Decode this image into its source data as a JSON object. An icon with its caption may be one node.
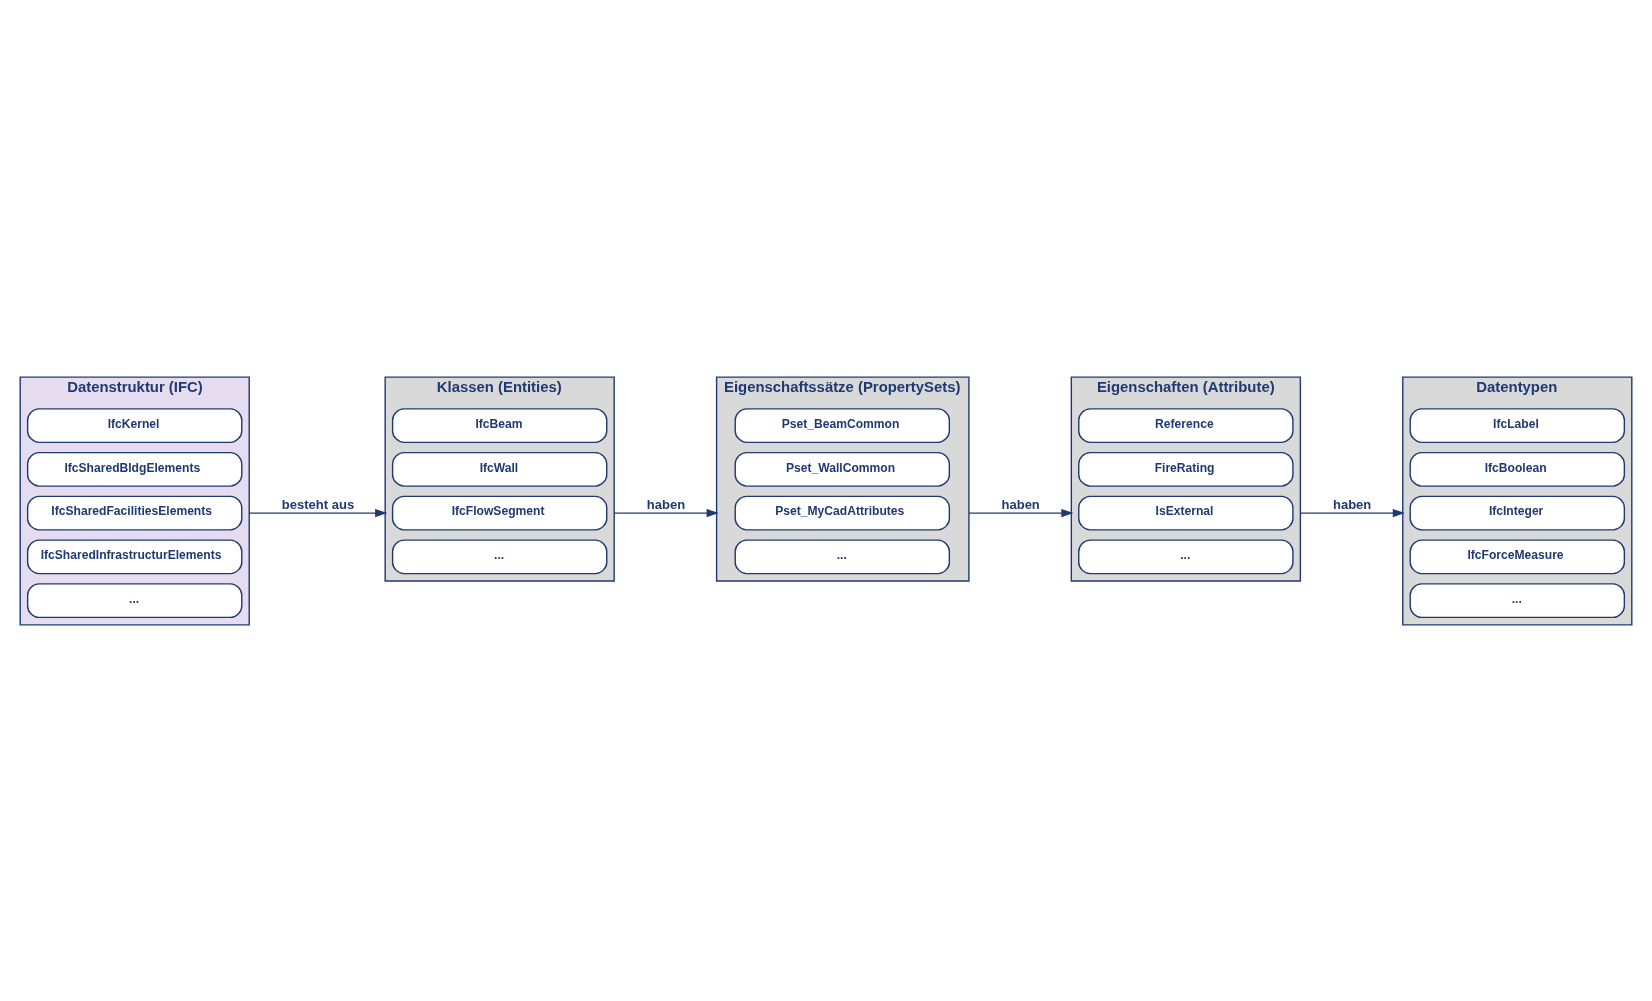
{
  "diagram": {
    "nodes": [
      {
        "text": [
          "Klassen (Entities)"
        ]
      },
      {
        "text": [
          "IfcBeam"
        ],
        "in": 0
      },
      {
        "text": [
          "IfcWall"
        ],
        "in": 0
      },
      {
        "text": [
          "IfcFlowSegment"
        ],
        "in": 0
      },
      {
        "text": [
          "..."
        ],
        "in": 0
      },
      {
        "text": [
          "Datenstruktur (IFC)"
        ]
      },
      {
        "text": [
          "IfcKernel"
        ],
        "in": 5
      },
      {
        "text": [
          "IfcSharedBldgElements"
        ],
        "in": 5
      },
      {
        "text": [
          "IfcSharedFacilitiesElements"
        ],
        "in": 5
      },
      {
        "text": [
          "IfcSharedInfrastructurElements"
        ],
        "in": 5
      },
      {
        "text": [
          "..."
        ],
        "in": 5
      },
      {
        "text": [
          "Eigenschaftssätze (PropertySets)"
        ]
      },
      {
        "text": [
          "Pset_BeamCommon"
        ],
        "in": 11
      },
      {
        "text": [
          "Pset_WallCommon"
        ],
        "in": 11
      },
      {
        "text": [
          "Pset_MyCadAttributes"
        ],
        "in": 11
      },
      {
        "text": [
          "..."
        ],
        "in": 11
      },
      {
        "text": [
          "Eigenschaften (Attribute)"
        ]
      },
      {
        "text": [
          "Reference"
        ],
        "in": 16
      },
      {
        "text": [
          "FireRating"
        ],
        "in": 16
      },
      {
        "text": [
          "IsExternal"
        ],
        "in": 16
      },
      {
        "text": [
          "..."
        ],
        "in": 16
      },
      {
        "text": [
          "Datentypen"
        ]
      },
      {
        "text": [
          "IfcLabel"
        ],
        "in": 21
      },
      {
        "text": [
          "IfcBoolean"
        ],
        "in": 21
      },
      {
        "text": [
          "IfcInteger"
        ],
        "in": 21
      },
      {
        "text": [
          "IfcForceMeasure"
        ],
        "in": 21
      },
      {
        "text": [
          "..."
        ],
        "in": 21
      }
    ],
    "edges": [
      {
        "from": 5,
        "to": 0,
        "arrow": "to",
        "label": "besteht aus"
      },
      {
        "from": 0,
        "to": 11,
        "arrow": "to",
        "label": "haben"
      },
      {
        "from": 11,
        "to": 16,
        "arrow": "to",
        "label": "haben"
      },
      {
        "from": 16,
        "to": 21,
        "arrow": "to",
        "label": "haben"
      }
    ]
  }
}
